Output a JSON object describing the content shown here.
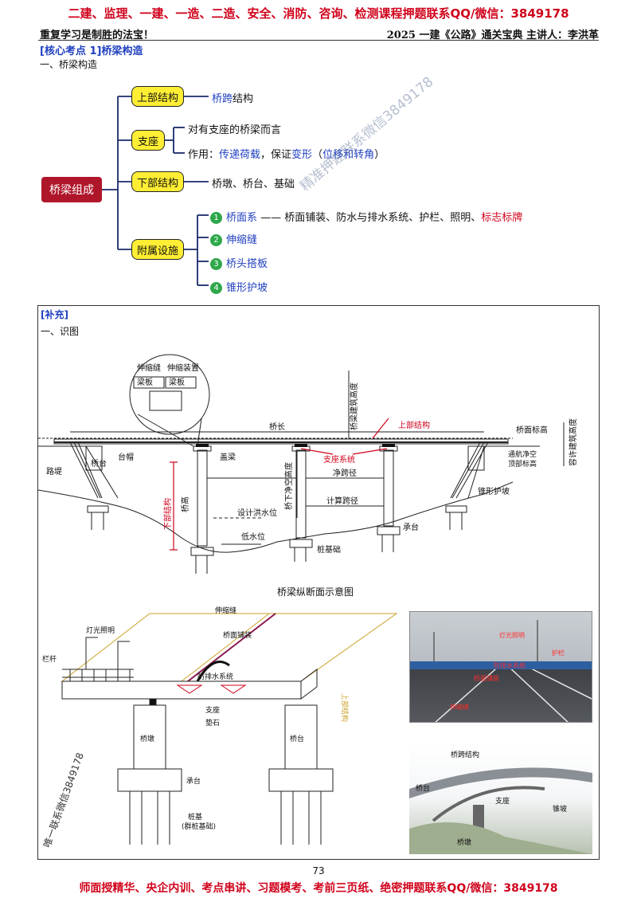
{
  "banner_top": "二建、监理、一建、一造、二造、安全、消防、咨询、检测课程押题联系QQ/微信：3849178",
  "banner_bottom": "师面授精华、央企内训、考点串讲、习题模考、考前三页纸、绝密押题联系QQ/微信：3849178",
  "header": {
    "left": "重复学习是制胜的法宝！",
    "right": "2025 一建《公路》通关宝典 主讲人：李洪革"
  },
  "section_title": "[核心考点 1]桥梁构造",
  "sub_title": "一、桥梁构造",
  "mindmap": {
    "root": "桥梁组成",
    "b1": {
      "label": "上部结构",
      "leaf": "桥跨结构",
      "leaf_blue": "桥跨",
      "leaf_rest": "结构"
    },
    "b2": {
      "label": "支座",
      "leaf1": "对有支座的桥梁而言",
      "leaf2_prefix": "作用：",
      "leaf2_a": "传递荷载",
      "leaf2_b": "，保证",
      "leaf2_c": "变形",
      "leaf2_d": "（",
      "leaf2_e": "位移和转角",
      "leaf2_f": "）"
    },
    "b3": {
      "label": "下部结构",
      "leaf": "桥墩、桥台、基础"
    },
    "b4": {
      "label": "附属设施",
      "items": [
        {
          "num": "1",
          "text": "桥面系",
          "detail_black": "—— 桥面铺装、防水与排水系统、护栏、照明、",
          "detail_red": "标志标牌"
        },
        {
          "num": "2",
          "text": "伸缩缝"
        },
        {
          "num": "3",
          "text": "桥头搭板"
        },
        {
          "num": "4",
          "text": "锥形护坡"
        }
      ]
    }
  },
  "watermark_diag": "精准押题联系微信3849178",
  "watermark_side": "唯一联系微信3849178",
  "supplement": {
    "tag": "[补充]",
    "title": "一、识图"
  },
  "diagram1": {
    "caption": "桥梁纵断面示意图",
    "labels": {
      "joint": "伸缩缝",
      "joint_device": "伸缩装置",
      "beam_l": "梁板",
      "beam_r": "梁板",
      "bridge_len": "桥长",
      "building_height": "桥梁建筑高度",
      "upper": "上部结构",
      "deck_level": "桥面标高",
      "allow_height": "容许建筑高度",
      "nav_clear": "通航净空",
      "top_level": "顶部标高",
      "abutment": "桥台",
      "cap": "台帽",
      "capbeam": "盖梁",
      "embankment": "路堤",
      "bearing": "支座系统",
      "clear_span": "净跨径",
      "calc_span": "计算跨径",
      "under_clear": "桥下净空高度",
      "pier_h": "桥高",
      "lower": "下部结构",
      "flood": "设计洪水位",
      "low_water": "低水位",
      "pile_found": "桩基础",
      "pile_cap": "承台",
      "cone": "锥形护坡"
    }
  },
  "diagram2": {
    "labels": {
      "joint": "伸缩缝",
      "light": "灯光照明",
      "deck_pave": "桥面铺装",
      "rail": "栏杆",
      "drain": "防排水系统",
      "bearing": "支座",
      "pad": "垫石",
      "upper": "上部结构",
      "pier": "桥墩",
      "abutment": "桥台",
      "pile_cap": "承台",
      "pile": "桩基",
      "pile_note": "(群桩基础)"
    }
  },
  "photo1": {
    "labels": {
      "light": "灯光照明",
      "rail": "护栏",
      "drain": "防排水系统",
      "pave": "桥面铺装",
      "joint": "伸缩缝"
    }
  },
  "photo2": {
    "labels": {
      "span": "桥跨结构",
      "abutment": "桥台",
      "bearing": "支座",
      "cone": "锥坡",
      "pier": "桥墩"
    }
  },
  "page_number": "73",
  "colors": {
    "banner": "#d0021b",
    "blue_text": "#1f3fbf",
    "yellow": "#ffee33",
    "root": "#b0162a",
    "green": "#2ea84a"
  }
}
